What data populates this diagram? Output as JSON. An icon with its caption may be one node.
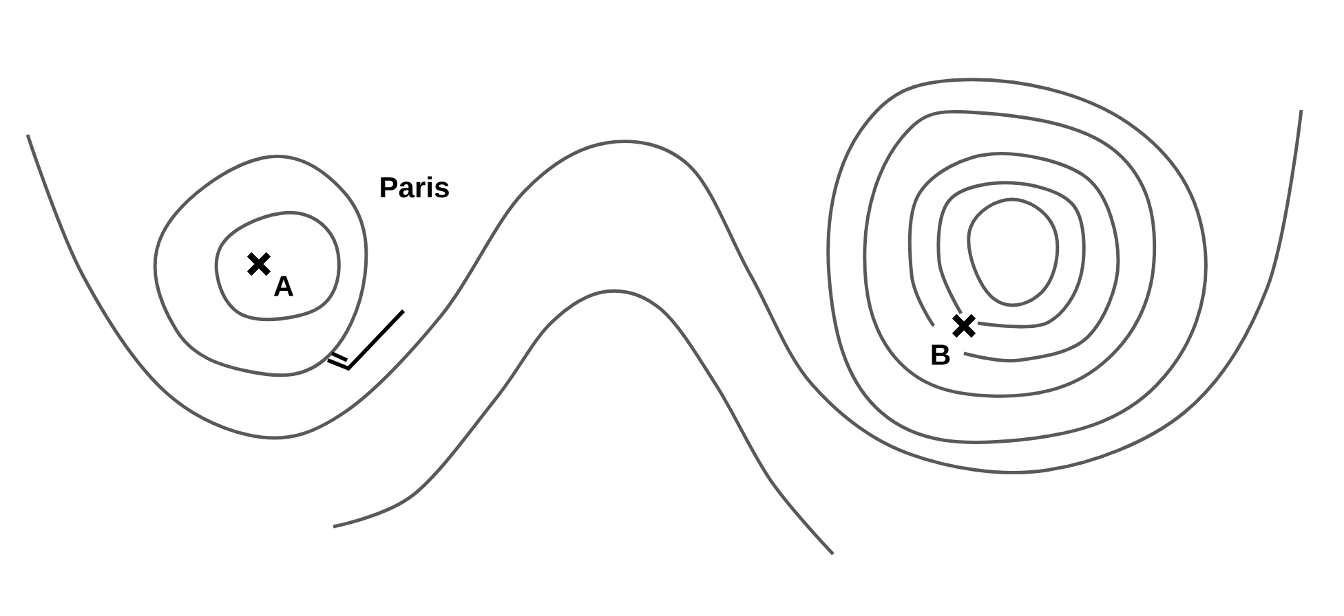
{
  "diagram": {
    "labels": [
      "Paris",
      "A",
      "B"
    ]
  }
}
